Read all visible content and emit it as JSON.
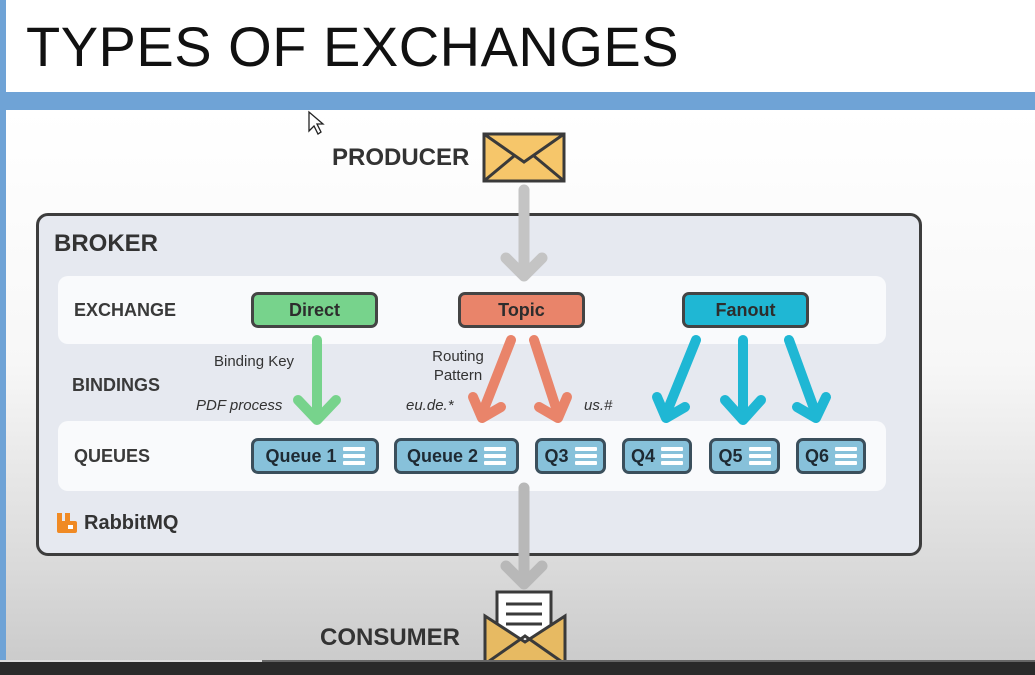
{
  "slide": {
    "title": "TYPES OF EXCHANGES"
  },
  "diagram": {
    "producer_label": "PRODUCER",
    "consumer_label": "CONSUMER",
    "broker_label": "BROKER",
    "rows": {
      "exchange": "EXCHANGE",
      "bindings": "BINDINGS",
      "queues": "QUEUES"
    },
    "exchanges": [
      {
        "label": "Direct",
        "color": "#77d38c"
      },
      {
        "label": "Topic",
        "color": "#e9846a"
      },
      {
        "label": "Fanout",
        "color": "#1fb7d4"
      }
    ],
    "bindings": {
      "binding_key": "Binding Key",
      "pdf_process": "PDF process",
      "routing_pattern_1": "Routing",
      "routing_pattern_2": "Pattern",
      "eu_pattern": "eu.de.*",
      "us_pattern": "us.#"
    },
    "queues": [
      "Queue 1",
      "Queue 2",
      "Q3",
      "Q4",
      "Q5",
      "Q6"
    ],
    "brand": "RabbitMQ",
    "colors": {
      "accent": "#6fa3d6",
      "queue": "#87c1da",
      "arrow_gray": "#c4c4c4",
      "envelope": "#f6c66a",
      "logo": "#f08a24"
    },
    "icons": [
      "producer-envelope-icon",
      "consumer-envelope-icon",
      "rabbitmq-logo-icon",
      "queue-lines-icon",
      "mouse-cursor-icon"
    ]
  }
}
